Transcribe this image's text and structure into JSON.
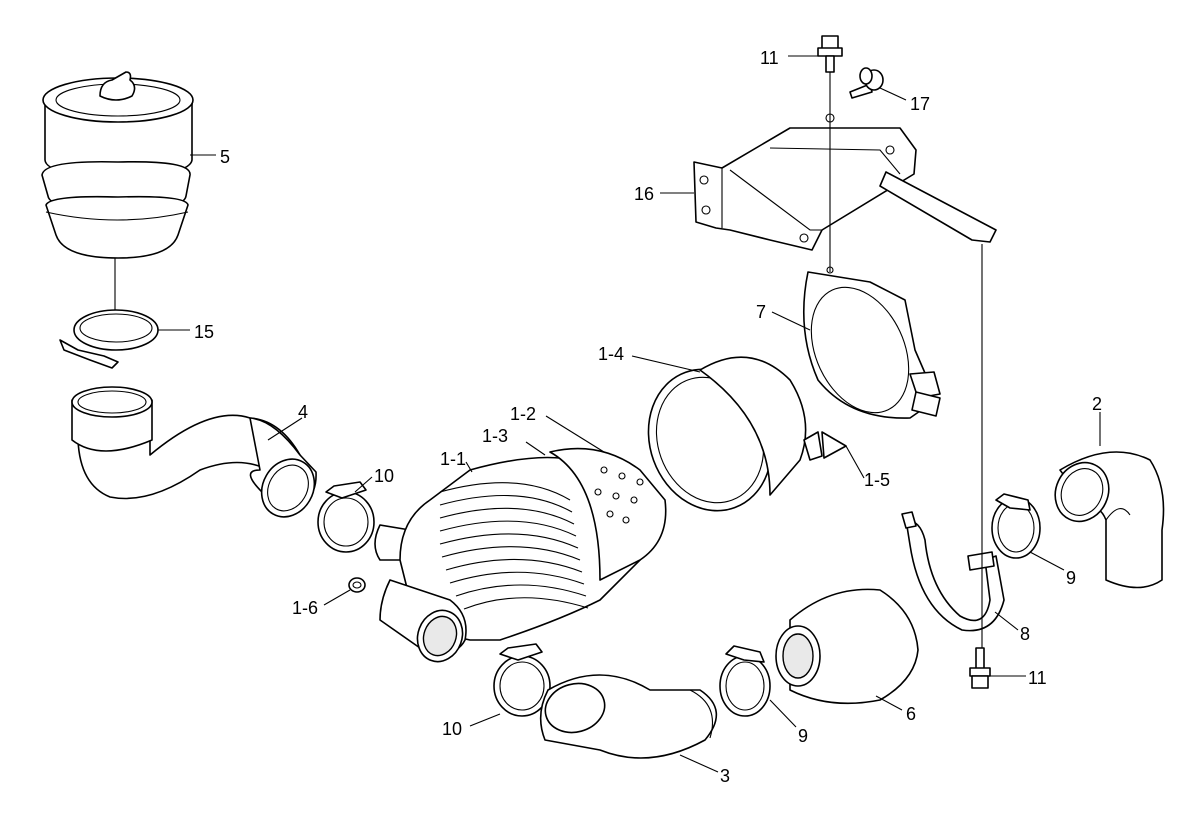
{
  "callouts": [
    {
      "id": "c5",
      "label": "5"
    },
    {
      "id": "c15",
      "label": "15"
    },
    {
      "id": "c4",
      "label": "4"
    },
    {
      "id": "c10a",
      "label": "10"
    },
    {
      "id": "c1-1",
      "label": "1-1"
    },
    {
      "id": "c1-3",
      "label": "1-3"
    },
    {
      "id": "c1-2",
      "label": "1-2"
    },
    {
      "id": "c1-4",
      "label": "1-4"
    },
    {
      "id": "c1-5",
      "label": "1-5"
    },
    {
      "id": "c1-6",
      "label": "1-6"
    },
    {
      "id": "c10b",
      "label": "10"
    },
    {
      "id": "c3",
      "label": "3"
    },
    {
      "id": "c9a",
      "label": "9"
    },
    {
      "id": "c6",
      "label": "6"
    },
    {
      "id": "c8",
      "label": "8"
    },
    {
      "id": "c11b",
      "label": "11"
    },
    {
      "id": "c9b",
      "label": "9"
    },
    {
      "id": "c2",
      "label": "2"
    },
    {
      "id": "c7",
      "label": "7"
    },
    {
      "id": "c16",
      "label": "16"
    },
    {
      "id": "c11a",
      "label": "11"
    },
    {
      "id": "c17",
      "label": "17"
    }
  ]
}
